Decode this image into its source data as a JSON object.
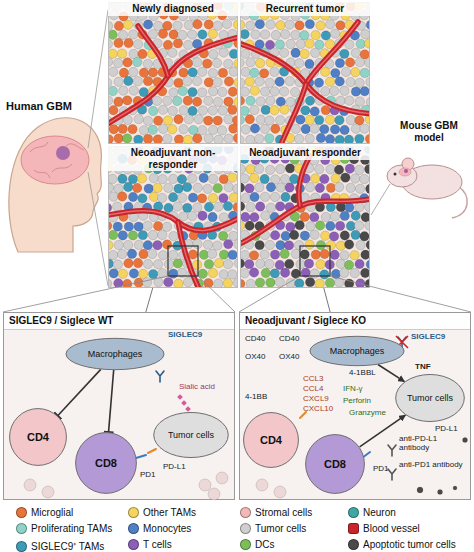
{
  "diagram": {
    "nodes": [
      {
        "text": [
          "Newly diagnosed"
        ]
      },
      {
        "text": [
          "Recurrent tumor"
        ]
      },
      {
        "text": [
          "Neoadjuvant non-responder"
        ]
      },
      {
        "text": [
          "Neoadjuvant responder"
        ]
      },
      {
        "text": [
          "SIGLEC9 / Siglece WT"
        ]
      },
      {
        "text": [
          "Macrophages"
        ],
        "in": 4
      },
      {
        "text": [
          "CD4"
        ],
        "in": 4
      },
      {
        "text": [
          "CD8"
        ],
        "in": 4
      },
      {
        "text": [
          "Tumor cells"
        ],
        "in": 4
      },
      {
        "text": [
          "Neoadjuvant / Siglece KO"
        ]
      },
      {
        "text": [
          "Macrophages"
        ],
        "in": 9
      },
      {
        "text": [
          "CD4"
        ],
        "in": 9
      },
      {
        "text": [
          "CD8"
        ],
        "in": 9
      },
      {
        "text": [
          "Tumor cells"
        ],
        "in": 9
      }
    ],
    "edges": [
      {
        "from": 2,
        "to": 4,
        "arrow": "none"
      },
      {
        "from": 3,
        "to": 9,
        "arrow": "none"
      },
      {
        "from": 5,
        "to": 6,
        "arrow": "none"
      },
      {
        "from": 5,
        "to": 7,
        "arrow": "none"
      },
      {
        "from": 10,
        "to": 13,
        "arrow": "to"
      },
      {
        "from": 12,
        "to": 13,
        "arrow": "to"
      }
    ],
    "labels": [
      "Human GBM",
      "Mouse GBM model",
      "SIGLEC9",
      "Sialic acid",
      "PD-L1",
      "PD1",
      "SIGLEC9",
      "CD40",
      "CD40",
      "OX40",
      "OX40",
      "4-1BB",
      "4-1BBL",
      "TNF",
      "CCL3",
      "CCL4",
      "CXCL9",
      "CXCL10",
      "IFN-γ",
      "Perforin",
      "Granzyme",
      "PD-L1",
      "anti-PD-L1 antibody",
      "PD1",
      "anti-PD1 antibody"
    ],
    "legend": [
      {
        "text": "Microglial",
        "color": "#e8743b"
      },
      {
        "text": "Other TAMs",
        "color": "#f4d35e"
      },
      {
        "text": "Stromal cells",
        "color": "#f2b8b5"
      },
      {
        "text": "Neuron",
        "color": "#3fa7a3"
      },
      {
        "text": "Proliferating TAMs",
        "color": "#8fd3c7"
      },
      {
        "text": "Monocytes",
        "color": "#4f7fc4"
      },
      {
        "text": "Tumor cells",
        "color": "#cfcfcf"
      },
      {
        "text": "Blood vessel",
        "color": "#c8242b"
      },
      {
        "text": "SIGLEC9⁺ TAMs",
        "color": "#3e9bb8"
      },
      {
        "text": "T cells",
        "color": "#8b5fb8"
      },
      {
        "text": "DCs",
        "color": "#7cbf5a"
      },
      {
        "text": "Apoptotic tumor cells",
        "color": "#4a4a4a"
      }
    ]
  }
}
